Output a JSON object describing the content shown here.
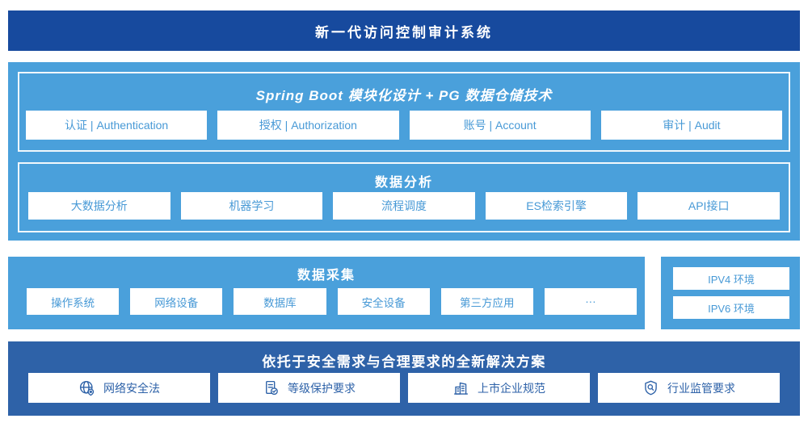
{
  "header": {
    "title": "新一代访问控制审计系统"
  },
  "platform": {
    "modules": {
      "title": "Spring Boot 模块化设计 + PG 数据仓储技术",
      "items": [
        {
          "label": "认证 | Authentication"
        },
        {
          "label": "授权 | Authorization"
        },
        {
          "label": "账号 | Account"
        },
        {
          "label": "审计 | Audit"
        }
      ]
    },
    "analysis": {
      "title": "数据分析",
      "items": [
        {
          "label": "大数据分析"
        },
        {
          "label": "机器学习"
        },
        {
          "label": "流程调度"
        },
        {
          "label": "ES检索引擎"
        },
        {
          "label": "API接口"
        }
      ]
    }
  },
  "collection": {
    "title": "数据采集",
    "items": [
      "操作系统",
      "网络设备",
      "数据库",
      "安全设备",
      "第三方应用",
      "···"
    ],
    "environments": [
      "IPV4 环境",
      "IPV6 环境"
    ]
  },
  "solution": {
    "title": "依托于安全需求与合理要求的全新解决方案",
    "items": [
      {
        "icon": "globe-network-icon",
        "label": "网络安全法"
      },
      {
        "icon": "document-check-icon",
        "label": "等级保护要求"
      },
      {
        "icon": "building-icon",
        "label": "上市企业规范"
      },
      {
        "icon": "shield-search-icon",
        "label": "行业监管要求"
      }
    ]
  },
  "colors": {
    "header_bg": "#174a9e",
    "section_light": "#4aa0db",
    "section_dark": "#2e62a8",
    "chip_text_light": "#4799d6",
    "chip_bg": "#ffffff"
  }
}
